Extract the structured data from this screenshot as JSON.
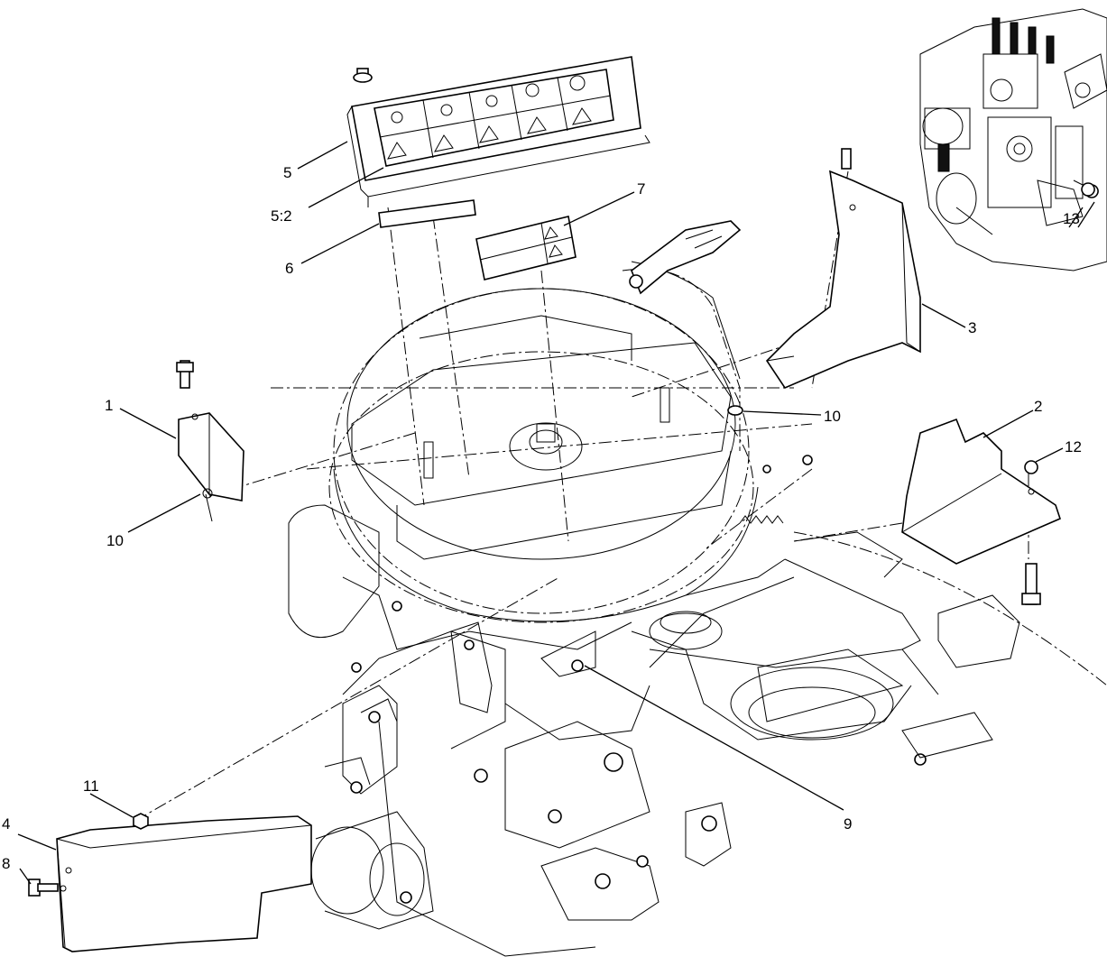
{
  "callouts": [
    {
      "id": "c1",
      "label": "1"
    },
    {
      "id": "c2",
      "label": "2"
    },
    {
      "id": "c3",
      "label": "3"
    },
    {
      "id": "c4",
      "label": "4"
    },
    {
      "id": "c5",
      "label": "5"
    },
    {
      "id": "c5_2",
      "label": "5:2"
    },
    {
      "id": "c6",
      "label": "6"
    },
    {
      "id": "c7",
      "label": "7"
    },
    {
      "id": "c8",
      "label": "8"
    },
    {
      "id": "c9",
      "label": "9"
    },
    {
      "id": "c10a",
      "label": "10"
    },
    {
      "id": "c10b",
      "label": "10"
    },
    {
      "id": "c11",
      "label": "11"
    },
    {
      "id": "c12",
      "label": "12"
    },
    {
      "id": "c13",
      "label": "13"
    }
  ]
}
